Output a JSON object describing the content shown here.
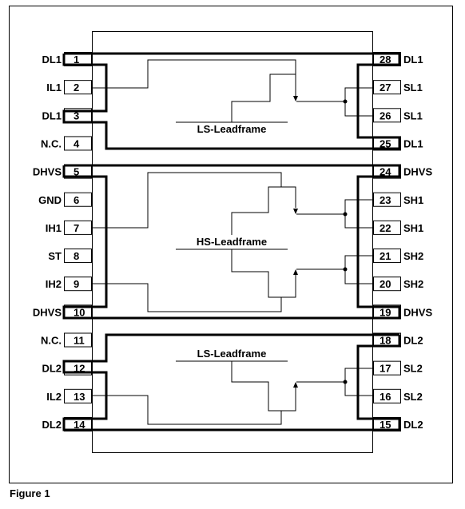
{
  "pins_left": [
    {
      "num": "1",
      "name": "DL1"
    },
    {
      "num": "2",
      "name": "IL1"
    },
    {
      "num": "3",
      "name": "DL1"
    },
    {
      "num": "4",
      "name": "N.C."
    },
    {
      "num": "5",
      "name": "DHVS"
    },
    {
      "num": "6",
      "name": "GND"
    },
    {
      "num": "7",
      "name": "IH1"
    },
    {
      "num": "8",
      "name": "ST"
    },
    {
      "num": "9",
      "name": "IH2"
    },
    {
      "num": "10",
      "name": "DHVS"
    },
    {
      "num": "11",
      "name": "N.C."
    },
    {
      "num": "12",
      "name": "DL2"
    },
    {
      "num": "13",
      "name": "IL2"
    },
    {
      "num": "14",
      "name": "DL2"
    }
  ],
  "pins_right": [
    {
      "num": "28",
      "name": "DL1"
    },
    {
      "num": "27",
      "name": "SL1"
    },
    {
      "num": "26",
      "name": "SL1"
    },
    {
      "num": "25",
      "name": "DL1"
    },
    {
      "num": "24",
      "name": "DHVS"
    },
    {
      "num": "23",
      "name": "SH1"
    },
    {
      "num": "22",
      "name": "SH1"
    },
    {
      "num": "21",
      "name": "SH2"
    },
    {
      "num": "20",
      "name": "SH2"
    },
    {
      "num": "19",
      "name": "DHVS"
    },
    {
      "num": "18",
      "name": "DL2"
    },
    {
      "num": "17",
      "name": "SL2"
    },
    {
      "num": "16",
      "name": "SL2"
    },
    {
      "num": "15",
      "name": "DL2"
    }
  ],
  "leadframes": {
    "top": "LS-Leadframe",
    "middle": "HS-Leadframe",
    "bottom": "LS-Leadframe"
  },
  "caption": "Figure 1"
}
